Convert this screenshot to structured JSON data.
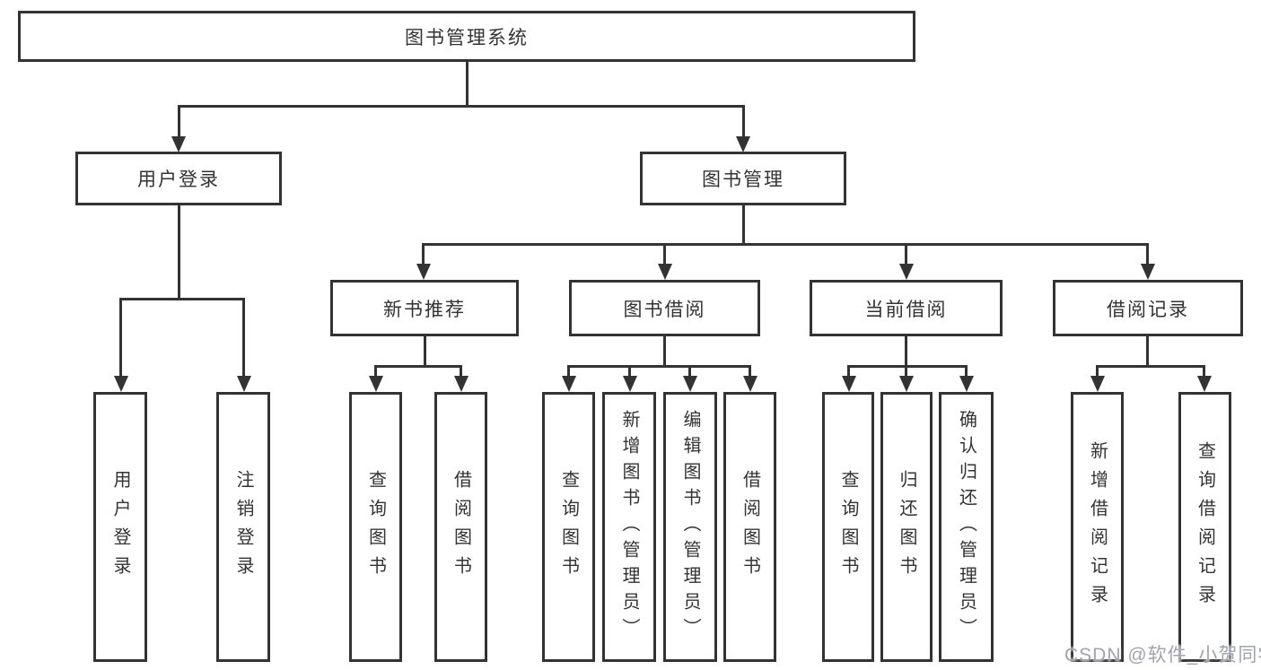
{
  "tree": {
    "root": {
      "label": "图书管理系统"
    },
    "branches": [
      {
        "label": "用户登录",
        "children": [
          {
            "label": "用户登录"
          },
          {
            "label": "注销登录"
          }
        ]
      },
      {
        "label": "图书管理",
        "groups": [
          {
            "label": "新书推荐",
            "children": [
              {
                "label": "查询图书"
              },
              {
                "label": "借阅图书"
              }
            ]
          },
          {
            "label": "图书借阅",
            "children": [
              {
                "label": "查询图书"
              },
              {
                "label": "新增图书（管理员）"
              },
              {
                "label": "编辑图书（管理员）"
              },
              {
                "label": "借阅图书"
              }
            ]
          },
          {
            "label": "当前借阅",
            "children": [
              {
                "label": "查询图书"
              },
              {
                "label": "归还图书"
              },
              {
                "label": "确认归还（管理员）"
              }
            ]
          },
          {
            "label": "借阅记录",
            "children": [
              {
                "label": "新增借阅记录"
              },
              {
                "label": "查询借阅记录"
              }
            ]
          }
        ]
      }
    ]
  },
  "watermark": "CSDN @软件_小贺同学",
  "colors": {
    "line": "#333333",
    "box_border": "#333333",
    "box_fill": "#ffffff",
    "text": "#333333",
    "watermark": "#a2a2b0",
    "background": "#ffffff"
  }
}
